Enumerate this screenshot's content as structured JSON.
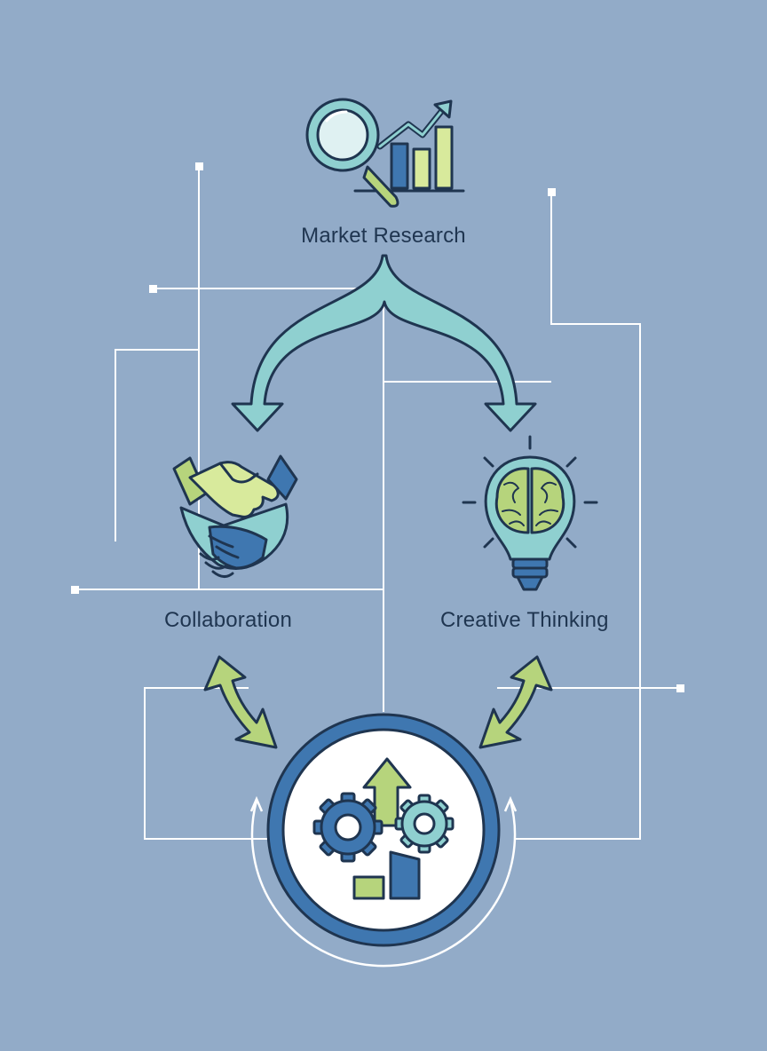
{
  "nodes": {
    "market_research": {
      "label": "Market Research",
      "icon": "magnifier-chart-icon"
    },
    "collaboration": {
      "label": "Collaboration",
      "icon": "handshake-icon"
    },
    "creative_thinking": {
      "label": "Creative Thinking",
      "icon": "lightbulb-brain-icon"
    },
    "center": {
      "label": "",
      "icon": "gears-growth-icon"
    }
  },
  "colors": {
    "background": "#92abc8",
    "line": "#ffffff",
    "teal": "#8fd0d0",
    "green": "#b6d47c",
    "lime": "#d8ea9c",
    "blue": "#3f77b0",
    "navy": "#1f3550"
  }
}
